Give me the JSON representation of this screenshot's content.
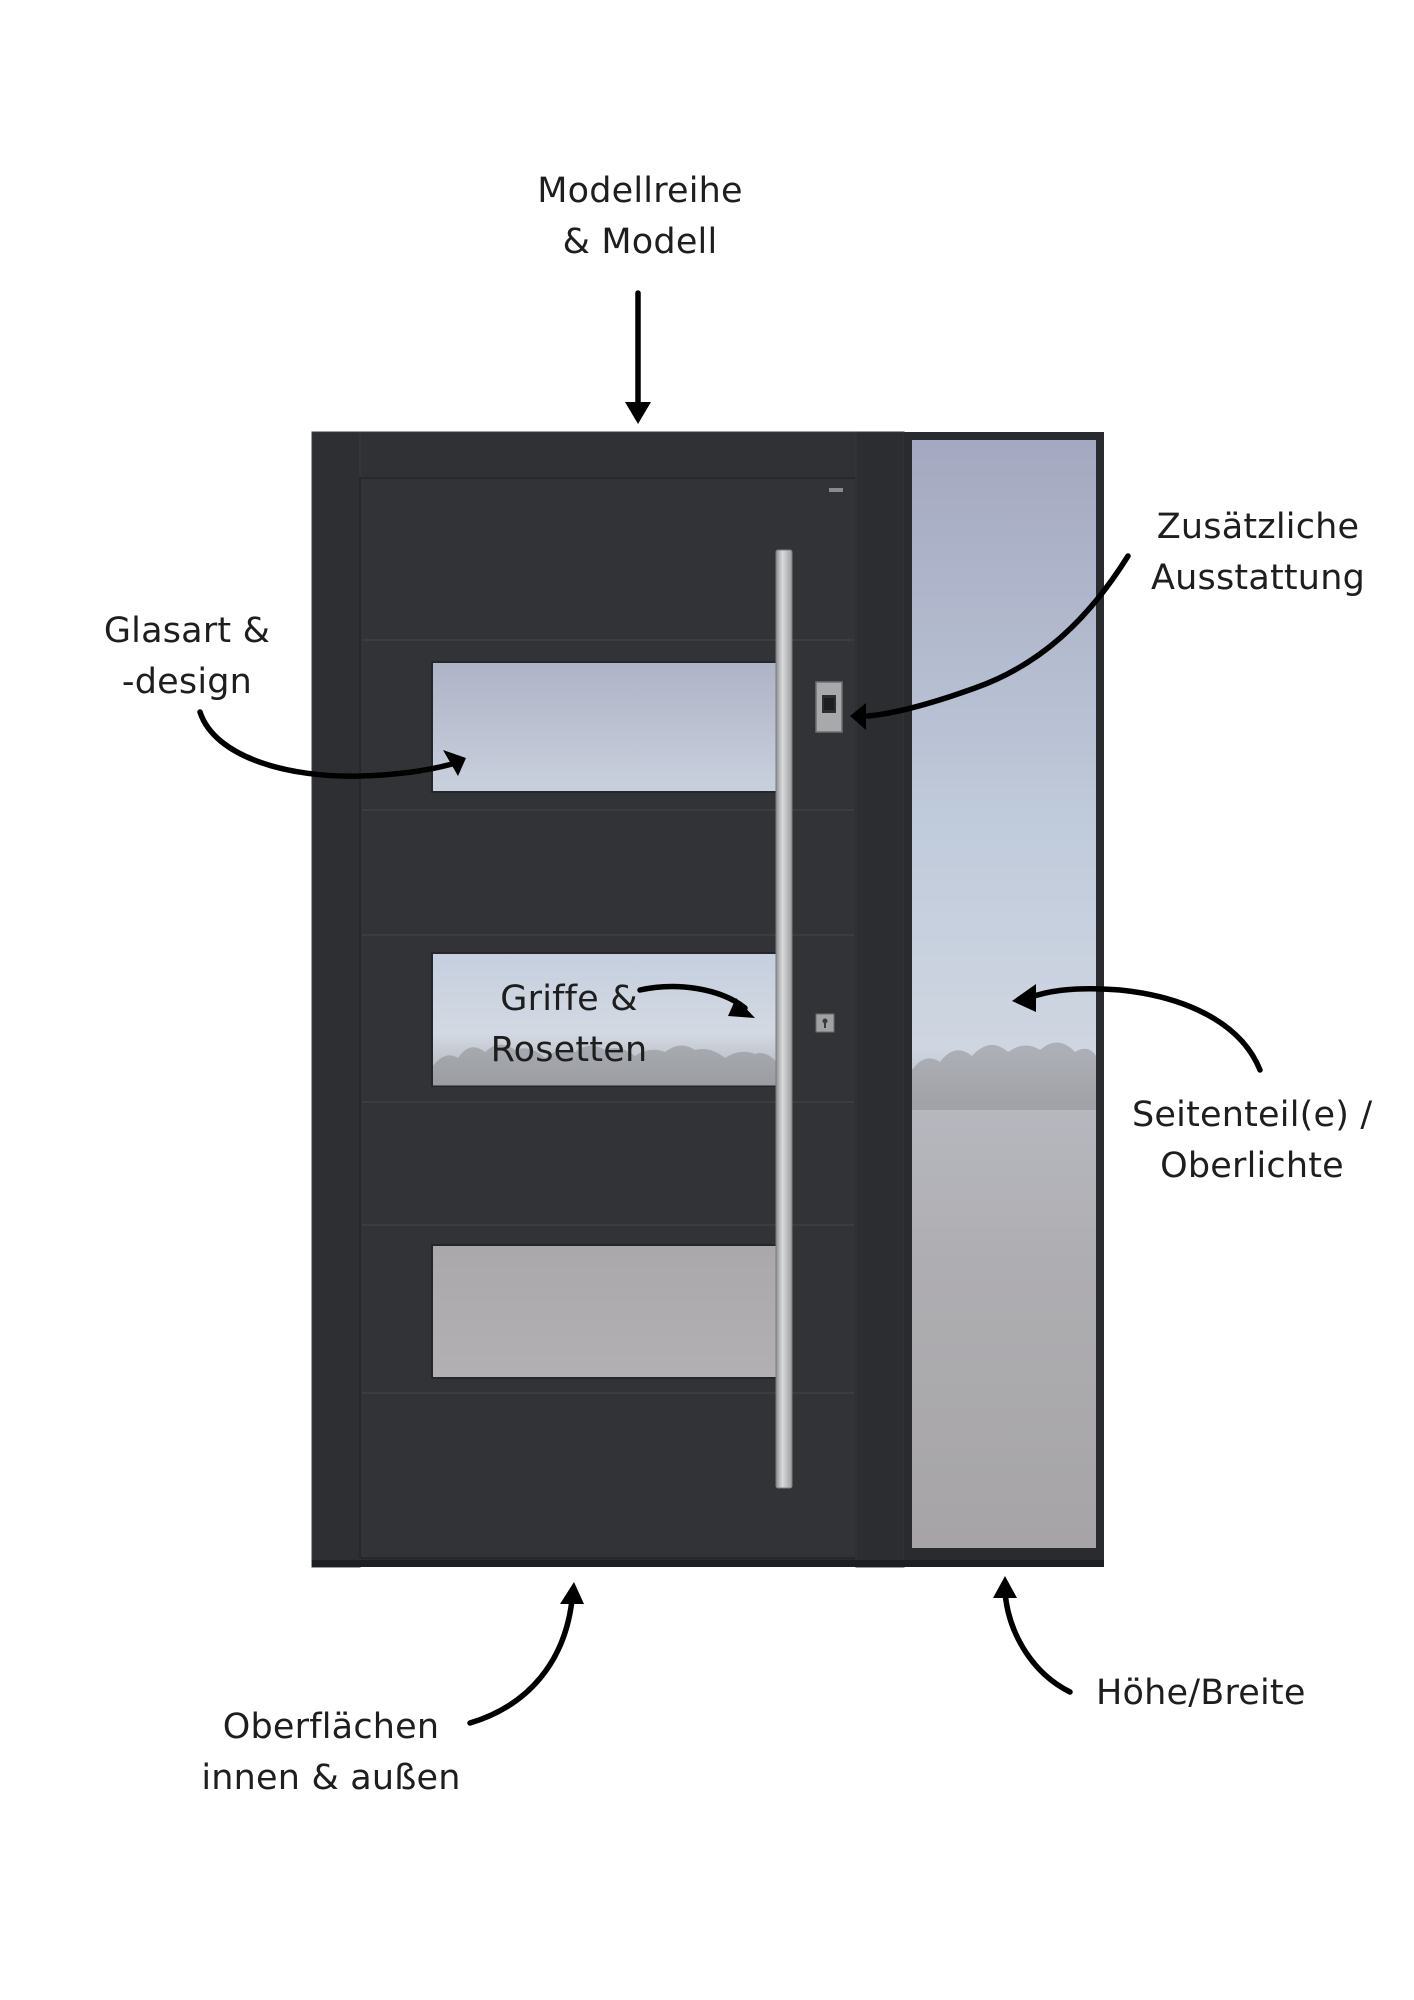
{
  "labels": {
    "modell": {
      "line1": "Modellreihe",
      "line2": "& Modell"
    },
    "zusatz": {
      "line1": "Zusätzliche",
      "line2": "Ausstattung"
    },
    "glasart": {
      "line1": "Glasart &",
      "line2": "-design"
    },
    "griffe": {
      "line1": "Griffe &",
      "line2": "Rosetten"
    },
    "seitenteil": {
      "line1": "Seitenteil(e) /",
      "line2": "Oberlichte"
    },
    "oberflaechen": {
      "line1": "Oberflächen",
      "line2": "innen & außen"
    },
    "hoehe": {
      "line1": "Höhe/Breite"
    }
  },
  "colors": {
    "door_frame": "#2c2d31",
    "door_panel": "#313236",
    "arrow": "#000000",
    "handle": "#b8babb",
    "glass_top": "#a9acc1",
    "glass_bottom": "#a7a5a6"
  },
  "icons": {
    "arrows": "curved-arrow-icon",
    "lock": "keyhole-icon",
    "reader": "fingerprint-reader-icon"
  }
}
